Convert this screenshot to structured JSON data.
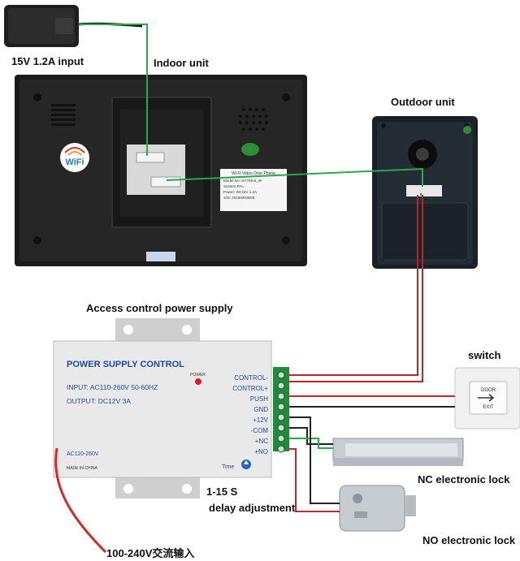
{
  "labels": {
    "adapter_input": "15V 1.2A input",
    "indoor_unit": "Indoor unit",
    "outdoor_unit": "Outdoor unit",
    "access_psu": "Access control power supply",
    "switch": "switch",
    "nc_lock": "NC electronic lock",
    "no_lock": "NO electronic lock",
    "delay_range": "1-15 S",
    "delay_adjust": "delay adjustment",
    "mains_input": "100-240V交流输入"
  },
  "monitor": {
    "wifi_logo": "WiFi",
    "sticker_title": "Wi-Fi Video Door Phone",
    "sticker_lines": [
      "Model No.:SY709  B_W",
      "System:PAL",
      "Power: DC15V  1.2A",
      "S/N: 20180403006"
    ]
  },
  "psu": {
    "title": "POWER SUPPLY CONTROL",
    "input": "INPUT: AC110-260V 50-60HZ",
    "output": "OUTPUT: DC12V  3A",
    "power_led": "POWER",
    "ac_label": "AC110-260V",
    "made_in": "MADE IN CHINA",
    "time_label": "Time",
    "terminals": [
      "CONTROL-",
      "CONTROL+",
      "PUSH",
      "GND",
      "+12V",
      "-COM",
      "+NC",
      "+NO"
    ]
  },
  "exit_button": {
    "line1": "DOOR",
    "line2": "EXIT"
  },
  "colors": {
    "green_wire": "#2aa84a",
    "red_wire": "#d42a2a",
    "psu_title": "#1f4aa8"
  }
}
